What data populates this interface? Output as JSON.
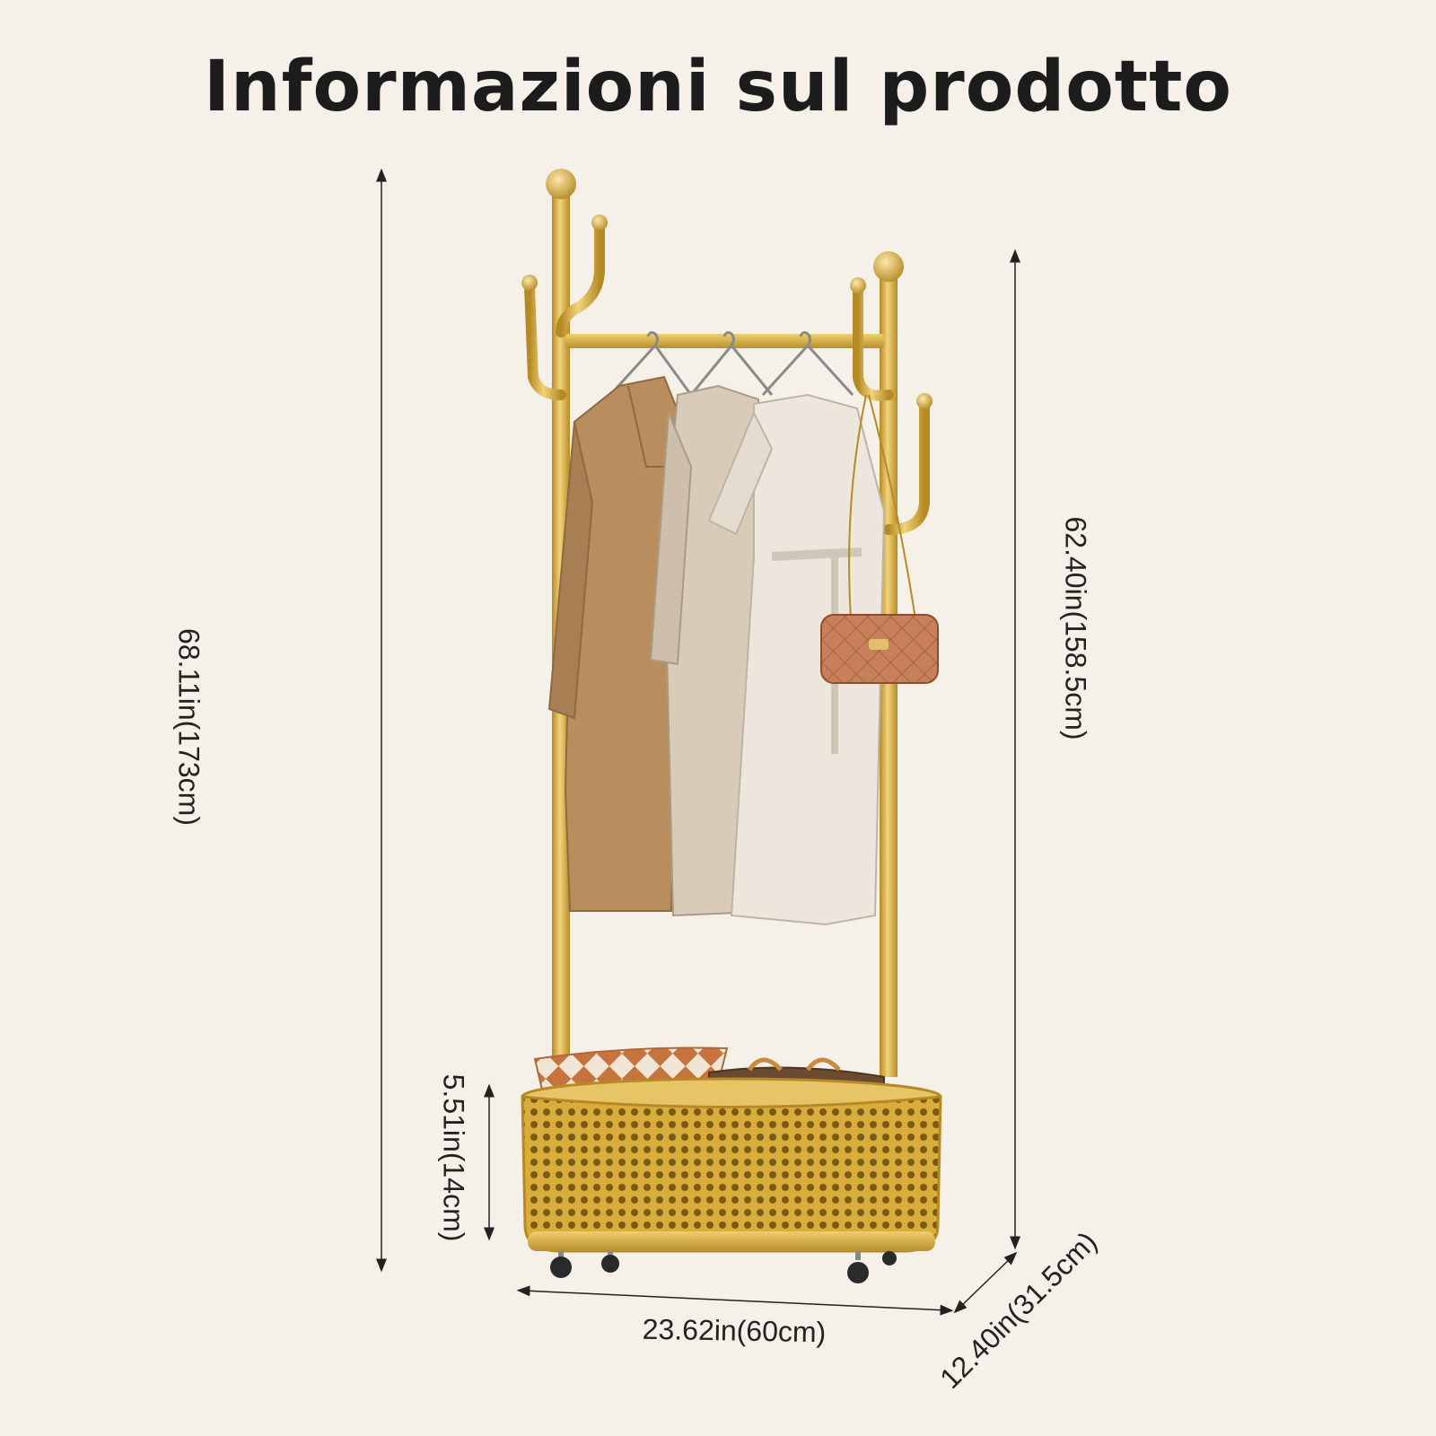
{
  "title": "Informazioni sul prodotto",
  "dimensions": {
    "total_height": "68.11in(173cm)",
    "rail_height": "62.40in(158.5cm)",
    "basket_height": "5.51in(14cm)",
    "width": "23.62in(60cm)",
    "depth": "12.40in(31.5cm)"
  },
  "colors": {
    "background": "#f6f1e8",
    "gold": "#d9ad3c",
    "coat": "#b88e5e",
    "dress_beige": "#d8cbb8",
    "dress_white": "#ece6dc",
    "bag": "#c7805a"
  }
}
